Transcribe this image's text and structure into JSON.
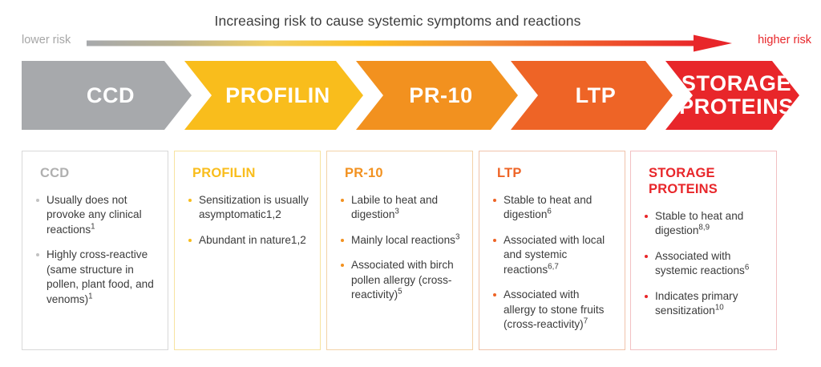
{
  "risk_axis": {
    "title": "Increasing risk to cause systemic symptoms and reactions",
    "lower_label": "lower risk",
    "higher_label": "higher risk",
    "gradient_start_color": "#a7a9ac",
    "gradient_mid_color": "#fbbf24",
    "gradient_end_color": "#e8262a",
    "arrow_icon": "arrow-right-icon"
  },
  "chevrons": [
    {
      "label": "CCD",
      "color": "#a7a9ac"
    },
    {
      "label": "PROFILIN",
      "color": "#f9bd1c"
    },
    {
      "label": "PR-10",
      "color": "#f2911f"
    },
    {
      "label": "LTP",
      "color": "#ee6426"
    },
    {
      "label": "STORAGE\nPROTEINS",
      "color": "#e8262a"
    }
  ],
  "cards": [
    {
      "title": "CCD",
      "title_color": "#b0b0b0",
      "border_color": "#d8d8d8",
      "bullet_color": "#c2c2c2",
      "bullets": [
        "Usually does not provoke any clinical reactions<sup>1</sup>",
        "Highly cross-reactive (same structure in pollen, plant food, and venoms)<sup>1</sup>"
      ]
    },
    {
      "title": "PROFILIN",
      "title_color": "#f9bd1c",
      "border_color": "#f7e3a0",
      "bullet_color": "#f9bd1c",
      "bullets": [
        "Sensitization is usually asymptomatic1,2",
        "Abundant in nature1,2"
      ]
    },
    {
      "title": "PR-10",
      "title_color": "#f2911f",
      "border_color": "#f3d2a8",
      "bullet_color": "#f2911f",
      "bullets": [
        "Labile to heat and digestion<sup>3</sup>",
        "Mainly local reactions<sup>3</sup>",
        "Associated with birch pollen allergy (cross-reactivity)<sup>5</sup>"
      ]
    },
    {
      "title": "LTP",
      "title_color": "#ee6426",
      "border_color": "#f0c3ab",
      "bullet_color": "#ee6426",
      "bullets": [
        "Stable to heat and digestion<sup>6</sup>",
        "Associated with local and systemic reactions<sup>6,7</sup>",
        "Associated with allergy to stone fruits (cross-reactivity)<sup>7</sup>"
      ]
    },
    {
      "title": "STORAGE\nPROTEINS",
      "title_color": "#e8262a",
      "border_color": "#f2c0c2",
      "bullet_color": "#e8262a",
      "bullets": [
        "Stable to heat and digestion<sup>8,9</sup>",
        "Associated with systemic reactions<sup>6</sup>",
        "Indicates primary sensitization<sup>10</sup>"
      ]
    }
  ]
}
